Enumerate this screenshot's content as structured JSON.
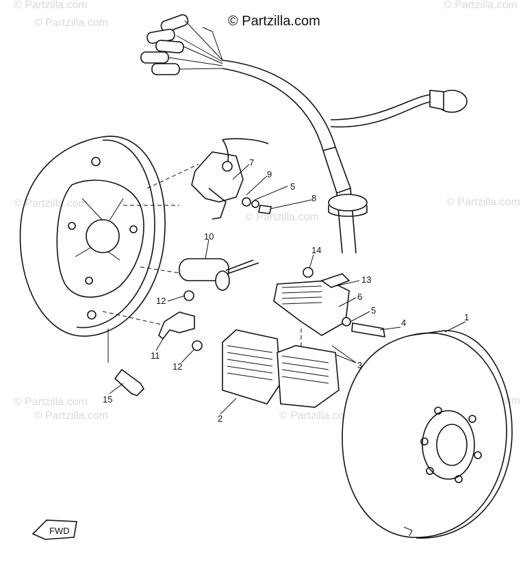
{
  "copyright": "© Partzilla.com",
  "watermarks": [
    "© Partzilla.com",
    "© Partzilla.com",
    "© Partzilla.com",
    "© Partzilla.com",
    "© Partzilla.com",
    "© Partzilla.com",
    "© Partzilla.com",
    "© Partzilla.com",
    "© Partzilla.com",
    "© Partzilla.com"
  ],
  "fwd_label": "FWD",
  "callouts": [
    "1",
    "2",
    "3",
    "4",
    "5",
    "5",
    "6",
    "7",
    "8",
    "9",
    "10",
    "11",
    "12",
    "12",
    "13",
    "14",
    "15"
  ]
}
